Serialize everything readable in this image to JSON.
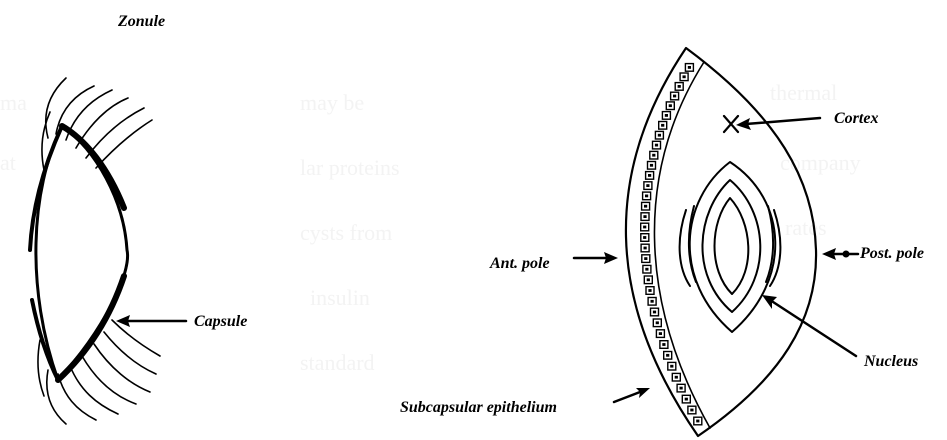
{
  "labels": {
    "zonule": "Zonule",
    "capsule": "Capsule",
    "cortex": "Cortex",
    "ant_pole": "Ant. pole",
    "post_pole": "Post. pole",
    "nucleus": "Nucleus",
    "subcapsular_epithelium": "Subcapsular epithelium"
  },
  "colors": {
    "ink": "#000000",
    "background": "#ffffff"
  }
}
